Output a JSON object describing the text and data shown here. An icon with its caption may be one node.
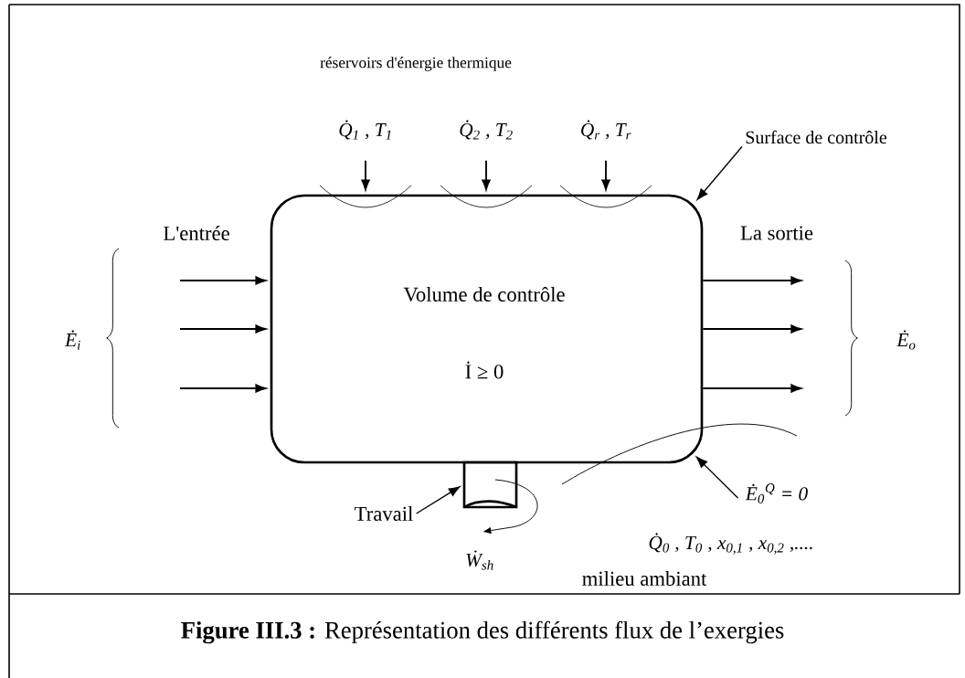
{
  "diagram": {
    "caption": "**Figure III.3 :** Représentation des différents flux de l’exergies",
    "nodes": [
      {
        "text": [
          "Volume de contrôle",
          "İ ≥ 0"
        ]
      },
      {
        "text": [
          "Q̇$_{1}$ , T$_{1}$"
        ]
      },
      {
        "text": [
          "Q̇$_{2}$ , T$_{2}$"
        ]
      },
      {
        "text": [
          "Q̇$_{r}$ , T$_{r}$"
        ]
      },
      {
        "text": [
          "Surface de contrôle"
        ]
      },
      {
        "text": [],
        "shape": "box"
      },
      {
        "text": [
          "Travail"
        ]
      },
      {
        "text": [
          "Ė$_{0}$$^{Q}$ = 0"
        ]
      }
    ],
    "edges": [
      {
        "from": 1,
        "to": 0,
        "arrow": "to"
      },
      {
        "from": 2,
        "to": 0,
        "arrow": "to"
      },
      {
        "from": 3,
        "to": 0,
        "arrow": "to"
      },
      {
        "from": 4,
        "to": 0,
        "arrow": "to"
      },
      {
        "from": null,
        "to": 0,
        "arrow": "to"
      },
      {
        "from": null,
        "to": 0,
        "arrow": "to"
      },
      {
        "from": null,
        "to": 0,
        "arrow": "to"
      },
      {
        "from": 0,
        "to": null,
        "arrow": "to"
      },
      {
        "from": 0,
        "to": null,
        "arrow": "to"
      },
      {
        "from": 0,
        "to": null,
        "arrow": "to"
      },
      {
        "from": 6,
        "to": 5,
        "arrow": "to"
      },
      {
        "from": 7,
        "to": 0,
        "arrow": "to"
      }
    ],
    "labels": [
      "réservoirs d'énergie thermique",
      "L'entrée",
      "La sortie",
      "Ė$_{i}$",
      "Ė$_{o}$",
      "Ẇ$_{sh}$",
      "Q̇$_{0}$ , T$_{0}$ , x$_{0,1}$ , x$_{0,2}$ ,....",
      "milieu ambiant"
    ]
  }
}
